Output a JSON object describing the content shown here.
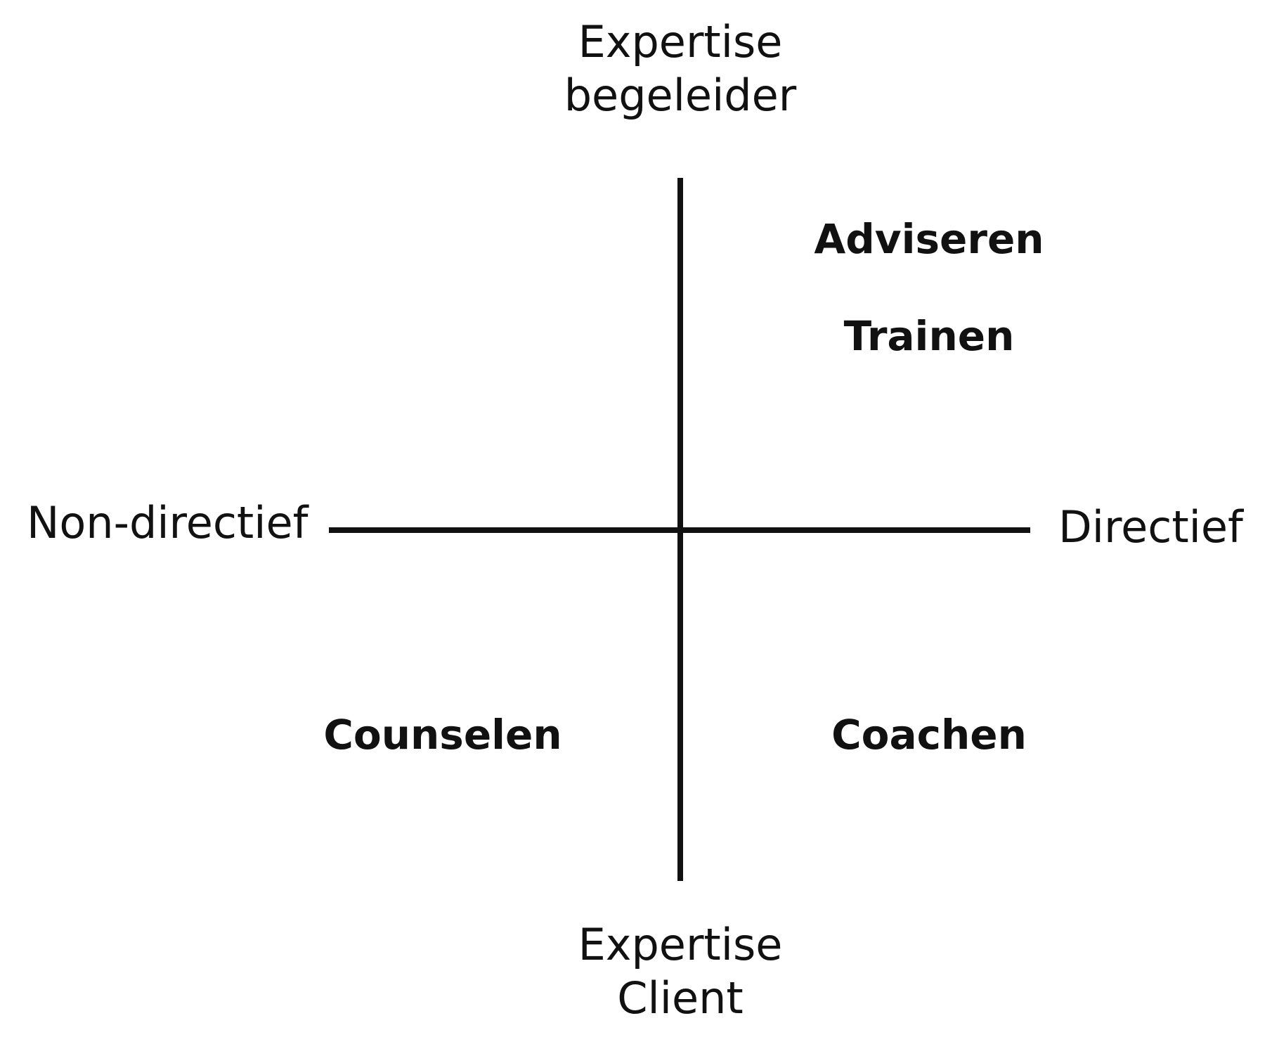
{
  "axes": {
    "top": [
      "Expertise",
      "begeleider"
    ],
    "bottom": [
      "Expertise",
      "Client"
    ],
    "left": "Non-directief",
    "right": "Directief"
  },
  "quadrants": {
    "top_right": [
      "Adviseren",
      "Trainen"
    ],
    "bottom_left": "Counselen",
    "bottom_right": "Coachen"
  }
}
